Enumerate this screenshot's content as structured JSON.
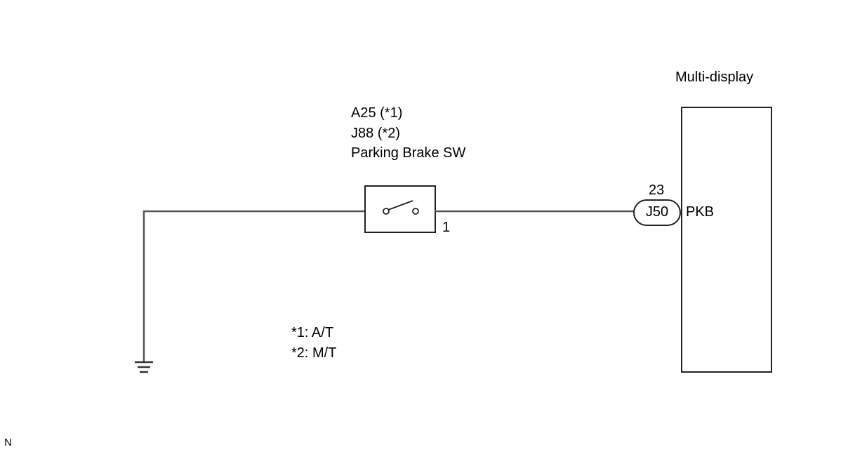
{
  "module": {
    "title": "Multi-display",
    "pin_number": "23",
    "connector": "J50",
    "pin_name": "PKB"
  },
  "switch": {
    "connector_line1": "A25 (*1)",
    "connector_line2": "J88 (*2)",
    "name": "Parking Brake SW",
    "pin_number": "1"
  },
  "notes": {
    "note1": "*1: A/T",
    "note2": "*2: M/T"
  },
  "corner_mark": "N"
}
